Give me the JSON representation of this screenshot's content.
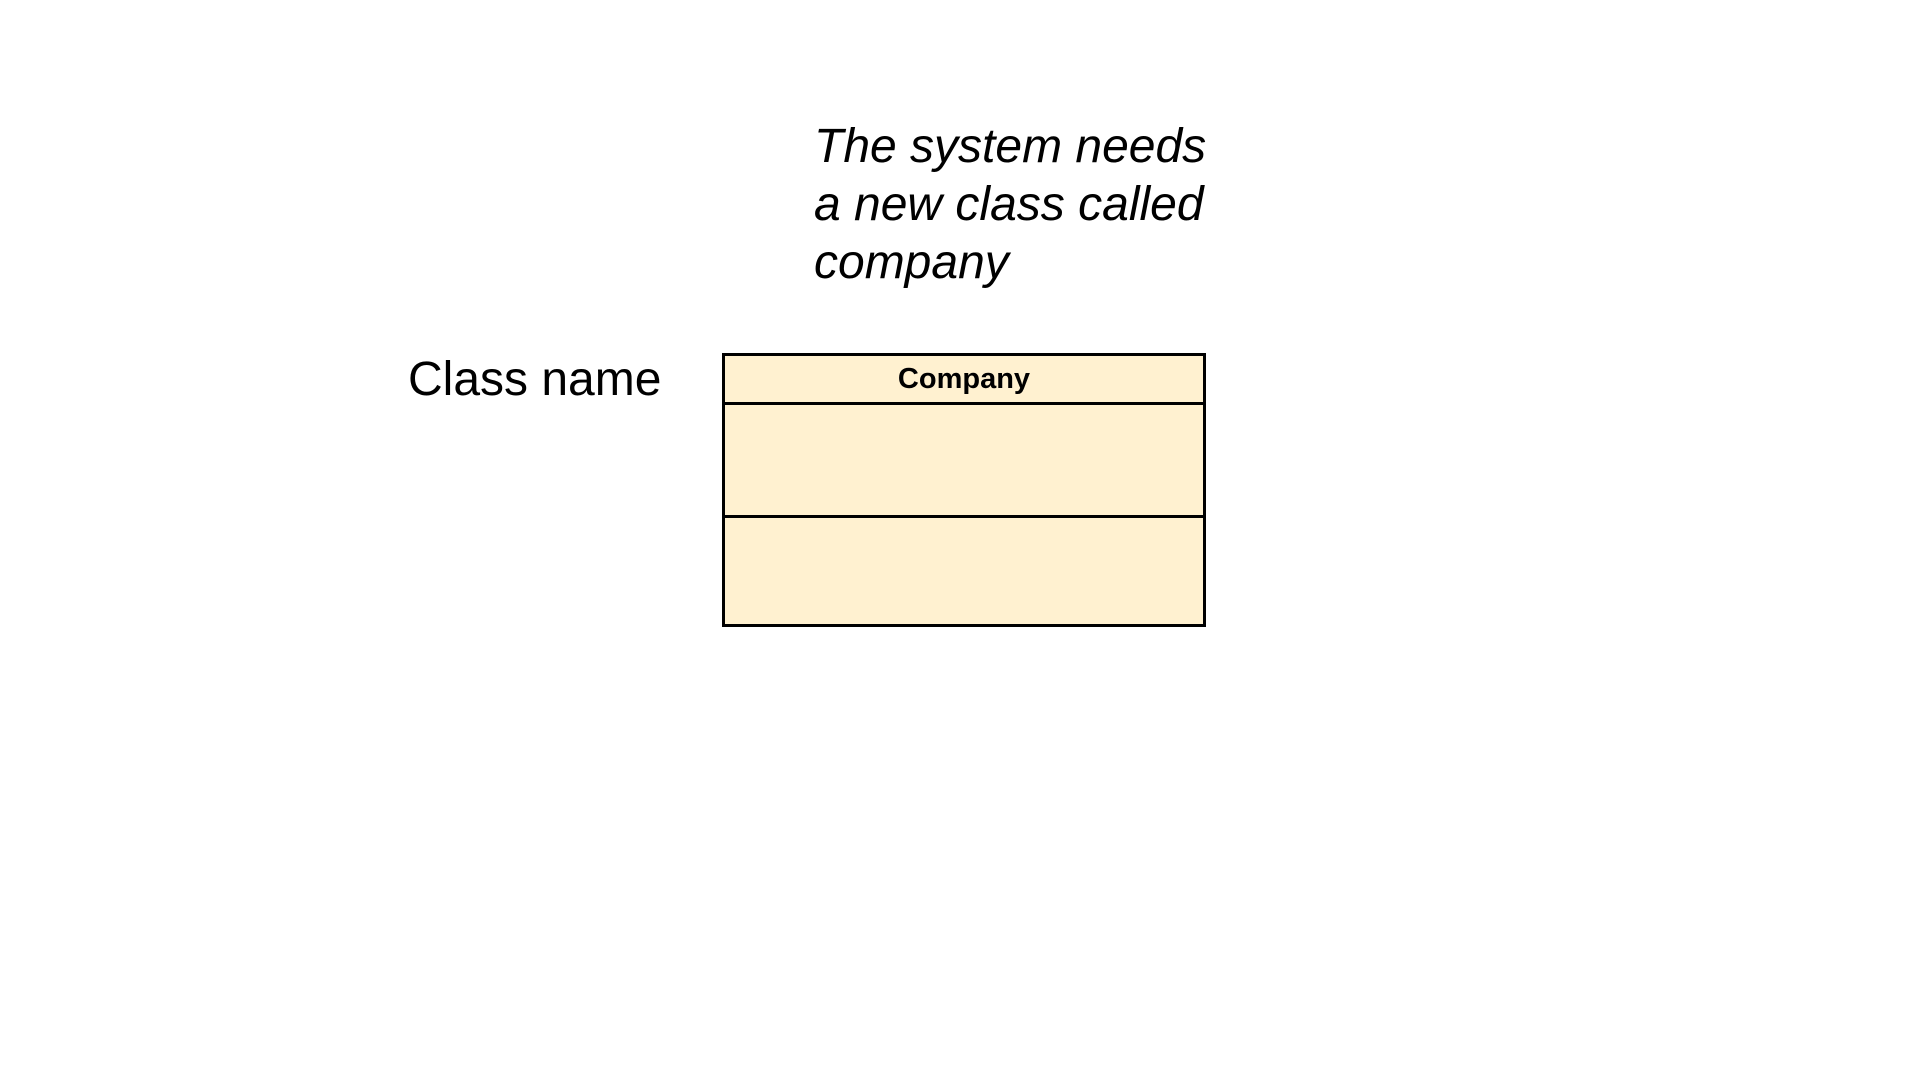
{
  "note": {
    "lines": [
      "The system needs",
      "a new class called",
      "company"
    ]
  },
  "side_label": "Class name",
  "uml_class": {
    "name": "Company",
    "attributes": [],
    "operations": []
  },
  "colors": {
    "class_fill": "#fff1d0",
    "class_border": "#000000",
    "background": "#ffffff",
    "text": "#000000"
  }
}
